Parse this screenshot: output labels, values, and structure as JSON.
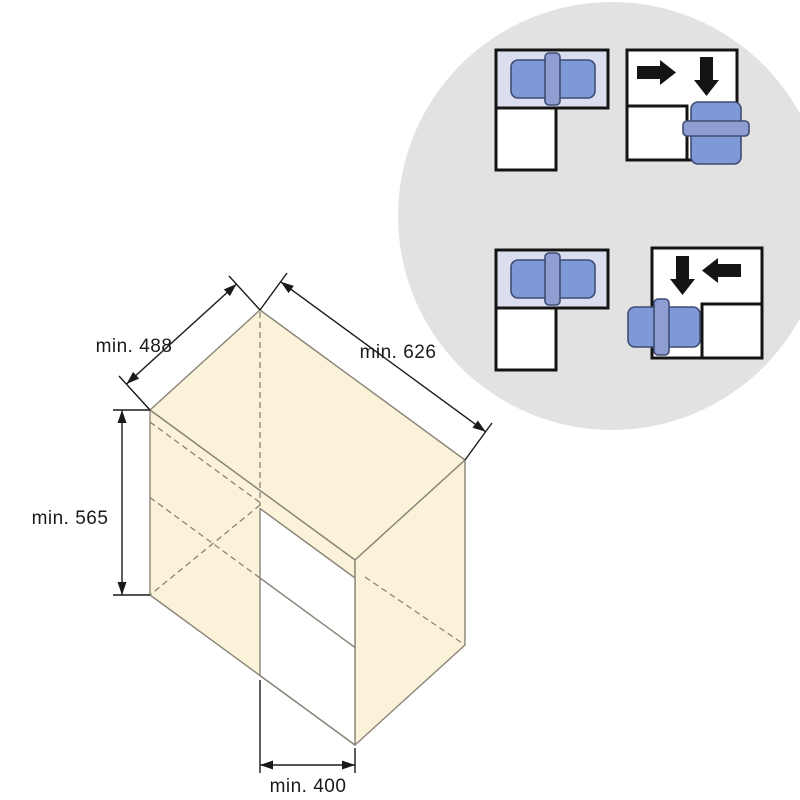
{
  "dimensions": {
    "depth_label": "min. 488",
    "width_label": "min. 626",
    "height_label": "min. 565",
    "opening_label": "min. 400",
    "depth_value": 488,
    "width_value": 626,
    "height_value": 565,
    "opening_value": 400
  },
  "icons": {
    "arrow_right": "→",
    "arrow_down": "↓",
    "arrow_left": "←"
  },
  "colors": {
    "circle_fill": "#e2e2e2",
    "cabinet_fill": "#fbf3d9",
    "cabinet_stroke": "#8a8478",
    "dimension_color": "#1a1a1a",
    "outline_black": "#141414",
    "panel_fill": "#dbdeee",
    "drawer_fill": "#7d99d6",
    "clamp_fill": "#8e9ed2",
    "drawer_stroke": "#3f4c74",
    "opening_fill": "#ffffff"
  }
}
